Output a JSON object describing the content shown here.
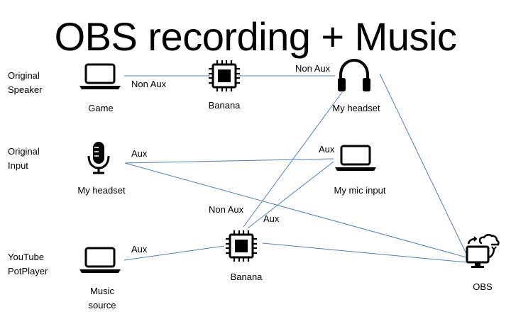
{
  "title": "OBS recording + Music",
  "row_labels": {
    "speaker": "Original\nSpeaker",
    "input": "Original\nInput",
    "youtube": "YouTube\nPotPlayer"
  },
  "nodes": {
    "game": {
      "label": "Game",
      "icon": "laptop-icon"
    },
    "banana_top": {
      "label": "Banana",
      "icon": "chip-icon"
    },
    "my_headset_top": {
      "label": "My headset",
      "icon": "headphones-icon"
    },
    "my_headset_mic": {
      "label": "My headset",
      "icon": "microphone-icon"
    },
    "my_mic_input": {
      "label": "My mic input",
      "icon": "laptop-icon"
    },
    "music_source": {
      "label": "Music\nsource",
      "icon": "laptop-icon"
    },
    "banana_bottom": {
      "label": "Banana",
      "icon": "chip-icon"
    },
    "obs": {
      "label": "OBS",
      "icon": "cloud-sync-computer-icon"
    }
  },
  "edge_labels": {
    "game_to_banana": "Non Aux",
    "banana_to_headset": "Non Aux",
    "mic_aux": "Aux",
    "mic_input_aux": "Aux",
    "banana_bottom_non_aux": "Non Aux",
    "banana_bottom_aux": "Aux",
    "music_aux": "Aux"
  },
  "colors": {
    "line": "#4f81bd",
    "icon": "#000000"
  }
}
